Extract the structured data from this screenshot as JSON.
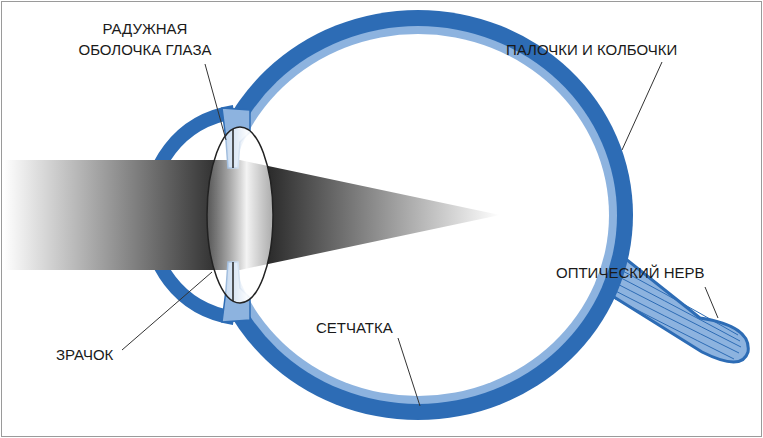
{
  "diagram": {
    "labels": [
      "РАДУЖНАЯ ОБОЛОЧКА ГЛАЗА",
      "ПАЛОЧКИ И КОЛБОЧКИ",
      "ОПТИЧЕСКИЙ НЕРВ",
      "СЕТЧАТКА",
      "ЗРАЧОК"
    ]
  }
}
